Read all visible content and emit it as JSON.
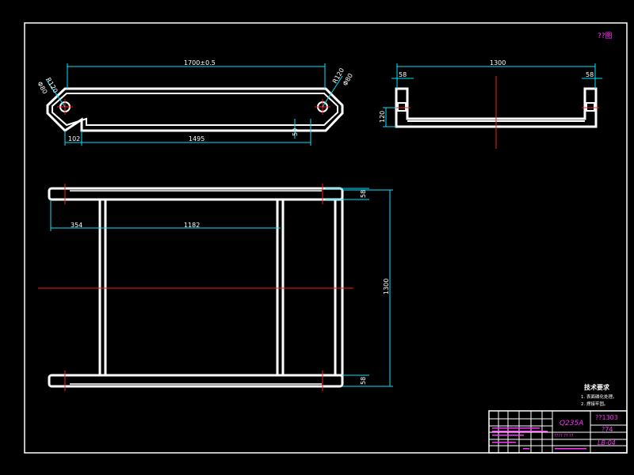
{
  "colors": {
    "background": "#000000",
    "outline": "#ffffff",
    "dimension": "#00e5ff",
    "centerline": "#ff1a1a",
    "annotation": "#ff33ff"
  },
  "corner_note": "??图",
  "side_view": {
    "overall_length": "1700±0.5",
    "radius_left": "R120",
    "radius_right": "R120",
    "hole_left": "Φ80",
    "hole_right": "Φ80",
    "offset_left": "102",
    "inner_length": "1495",
    "thickness": "50"
  },
  "front_view": {
    "width": "1300",
    "flange_left": "58",
    "flange_right": "58",
    "height": "120"
  },
  "top_view": {
    "bar_top": "58",
    "bar_bottom": "58",
    "span": "1300",
    "offset_left": "354",
    "spacing": "1182"
  },
  "notes": {
    "title": "技术要求",
    "line1": "1. 表面磷化处理。",
    "line2": "2. 焊接牢固。"
  },
  "title_block": {
    "material": "Q235A",
    "code": "??1303",
    "scale": "?74",
    "part_no": "LB-04",
    "small_text": "????  ??  ??"
  }
}
